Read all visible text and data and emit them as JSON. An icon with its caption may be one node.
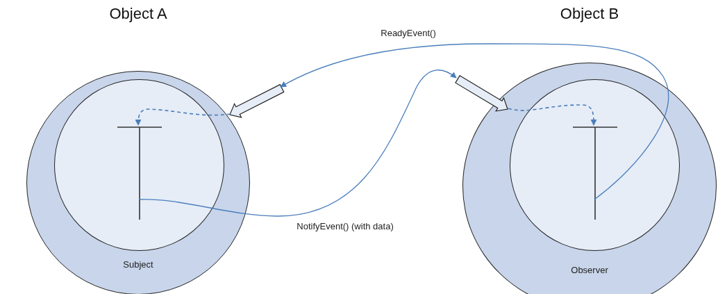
{
  "diagram": {
    "nodes": [
      {
        "text": [
          "Object A",
          "Subject"
        ]
      },
      {
        "text": [],
        "shape": "circle",
        "in": 0
      },
      {
        "text": [],
        "shape": "bar",
        "in": 1
      },
      {
        "text": [],
        "shape": "arrow"
      },
      {
        "text": [
          "Object B",
          "Observer"
        ]
      },
      {
        "text": [],
        "shape": "circle",
        "in": 4
      },
      {
        "text": [],
        "shape": "bar",
        "in": 5
      },
      {
        "text": [],
        "shape": "arrow"
      }
    ],
    "edges": [
      {
        "from": 2,
        "to": 7,
        "arrow": "to",
        "label": "NotifyEvent() (with data)"
      },
      {
        "from": 6,
        "to": 3,
        "arrow": "to",
        "label": "ReadyEvent()"
      },
      {
        "from": 3,
        "to": 2,
        "arrow": "to",
        "style": "dashed"
      },
      {
        "from": 7,
        "to": 6,
        "arrow": "to",
        "style": "dashed"
      }
    ]
  }
}
